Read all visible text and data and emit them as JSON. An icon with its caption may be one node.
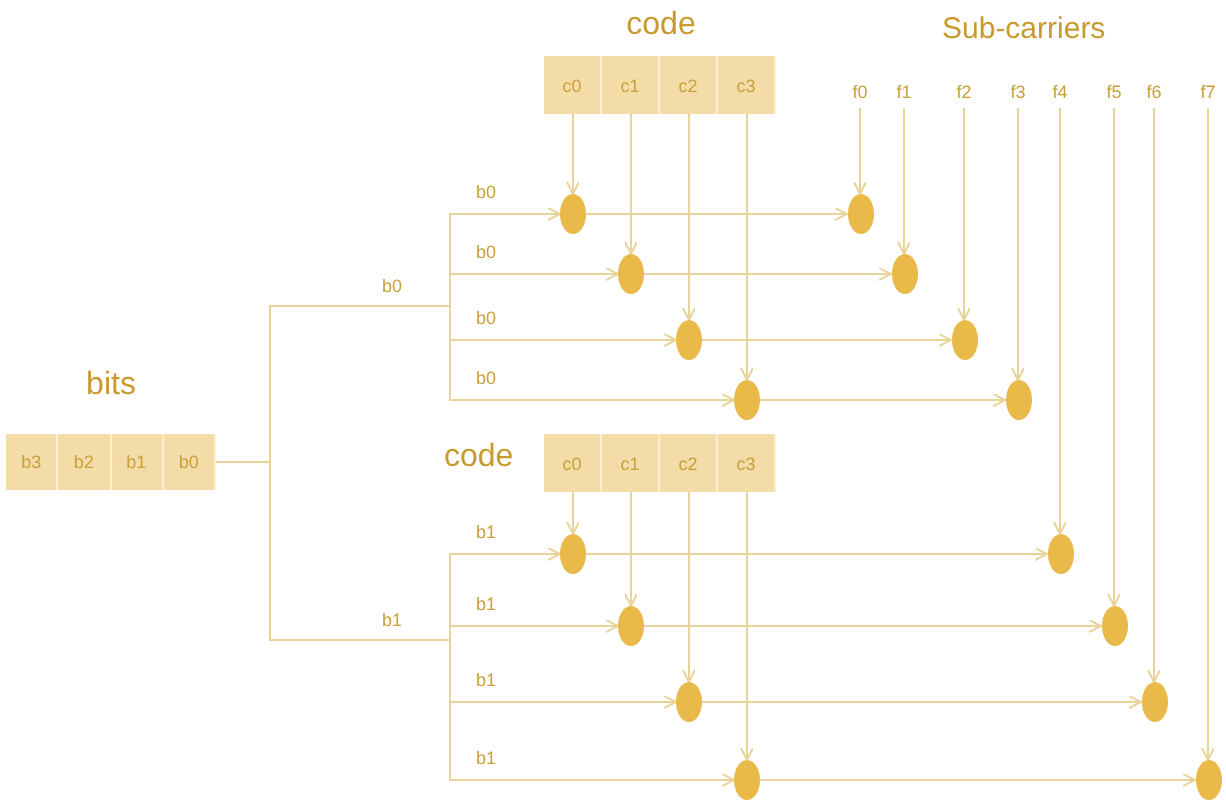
{
  "diagram": {
    "nodes": [
      {
        "text": [
          "code"
        ]
      },
      {
        "text": [
          "c0"
        ],
        "in": 0
      },
      {
        "text": [
          "c1"
        ],
        "in": 0
      },
      {
        "text": [
          "c2"
        ],
        "in": 0
      },
      {
        "text": [
          "c3"
        ],
        "in": 0
      },
      {
        "text": [
          "f0"
        ]
      },
      {
        "text": [
          "f1"
        ]
      },
      {
        "text": [
          "f2"
        ]
      },
      {
        "text": [
          "f3"
        ]
      },
      {
        "text": [
          "f4"
        ]
      },
      {
        "text": [
          "f5"
        ]
      },
      {
        "text": [
          "f6"
        ]
      },
      {
        "text": [
          "f7"
        ]
      },
      {
        "text": [
          "bits"
        ]
      },
      {
        "text": [
          "b3"
        ],
        "in": 13
      },
      {
        "text": [
          "b2"
        ],
        "in": 13
      },
      {
        "text": [
          "b1"
        ],
        "in": 13
      },
      {
        "text": [
          "b0"
        ],
        "in": 13
      },
      {
        "text": [
          "code"
        ]
      },
      {
        "text": [
          "c0"
        ],
        "in": 18
      },
      {
        "text": [
          "c1"
        ],
        "in": 18
      },
      {
        "text": [
          "c2"
        ],
        "in": 18
      },
      {
        "text": [
          "c3"
        ],
        "in": 18
      },
      {
        "text": [],
        "shape": "circle"
      },
      {
        "text": [],
        "shape": "circle"
      },
      {
        "text": [],
        "shape": "circle"
      },
      {
        "text": [],
        "shape": "circle"
      },
      {
        "text": [],
        "shape": "circle"
      },
      {
        "text": [],
        "shape": "circle"
      },
      {
        "text": [],
        "shape": "circle"
      },
      {
        "text": [],
        "shape": "circle"
      },
      {
        "text": [],
        "shape": "circle"
      },
      {
        "text": [],
        "shape": "circle"
      },
      {
        "text": [],
        "shape": "circle"
      },
      {
        "text": [],
        "shape": "circle"
      },
      {
        "text": [],
        "shape": "circle"
      },
      {
        "text": [],
        "shape": "circle"
      },
      {
        "text": [],
        "shape": "circle"
      },
      {
        "text": [],
        "shape": "circle"
      }
    ],
    "edges": [
      {
        "from": 17,
        "to": 23,
        "arrow": "to",
        "label": "b0"
      },
      {
        "from": 17,
        "to": 24,
        "arrow": "to",
        "label": "b0"
      },
      {
        "from": 17,
        "to": 25,
        "arrow": "to",
        "label": "b0"
      },
      {
        "from": 17,
        "to": 26,
        "arrow": "to",
        "label": "b0"
      },
      {
        "from": 17,
        "to": 31,
        "arrow": "to",
        "label": "b1"
      },
      {
        "from": 17,
        "to": 32,
        "arrow": "to",
        "label": "b1"
      },
      {
        "from": 17,
        "to": 33,
        "arrow": "to",
        "label": "b1"
      },
      {
        "from": 17,
        "to": 34,
        "arrow": "to",
        "label": "b1"
      },
      {
        "from": 1,
        "to": 23,
        "arrow": "to"
      },
      {
        "from": 2,
        "to": 24,
        "arrow": "to"
      },
      {
        "from": 3,
        "to": 25,
        "arrow": "to"
      },
      {
        "from": 4,
        "to": 26,
        "arrow": "to"
      },
      {
        "from": 23,
        "to": 27,
        "arrow": "to"
      },
      {
        "from": 24,
        "to": 28,
        "arrow": "to"
      },
      {
        "from": 25,
        "to": 29,
        "arrow": "to"
      },
      {
        "from": 26,
        "to": 30,
        "arrow": "to"
      },
      {
        "from": 5,
        "to": 27,
        "arrow": "to"
      },
      {
        "from": 6,
        "to": 28,
        "arrow": "to"
      },
      {
        "from": 7,
        "to": 29,
        "arrow": "to"
      },
      {
        "from": 8,
        "to": 30,
        "arrow": "to"
      },
      {
        "from": 19,
        "to": 31,
        "arrow": "to"
      },
      {
        "from": 20,
        "to": 32,
        "arrow": "to"
      },
      {
        "from": 21,
        "to": 33,
        "arrow": "to"
      },
      {
        "from": 22,
        "to": 34,
        "arrow": "to"
      },
      {
        "from": 31,
        "to": 35,
        "arrow": "to"
      },
      {
        "from": 32,
        "to": 36,
        "arrow": "to"
      },
      {
        "from": 33,
        "to": 37,
        "arrow": "to"
      },
      {
        "from": 34,
        "to": 38,
        "arrow": "to"
      },
      {
        "from": 9,
        "to": 35,
        "arrow": "to"
      },
      {
        "from": 10,
        "to": 36,
        "arrow": "to"
      },
      {
        "from": 11,
        "to": 37,
        "arrow": "to"
      },
      {
        "from": 12,
        "to": 38,
        "arrow": "to"
      }
    ],
    "labels": [
      "Sub-carriers",
      "b0",
      "b1"
    ]
  }
}
